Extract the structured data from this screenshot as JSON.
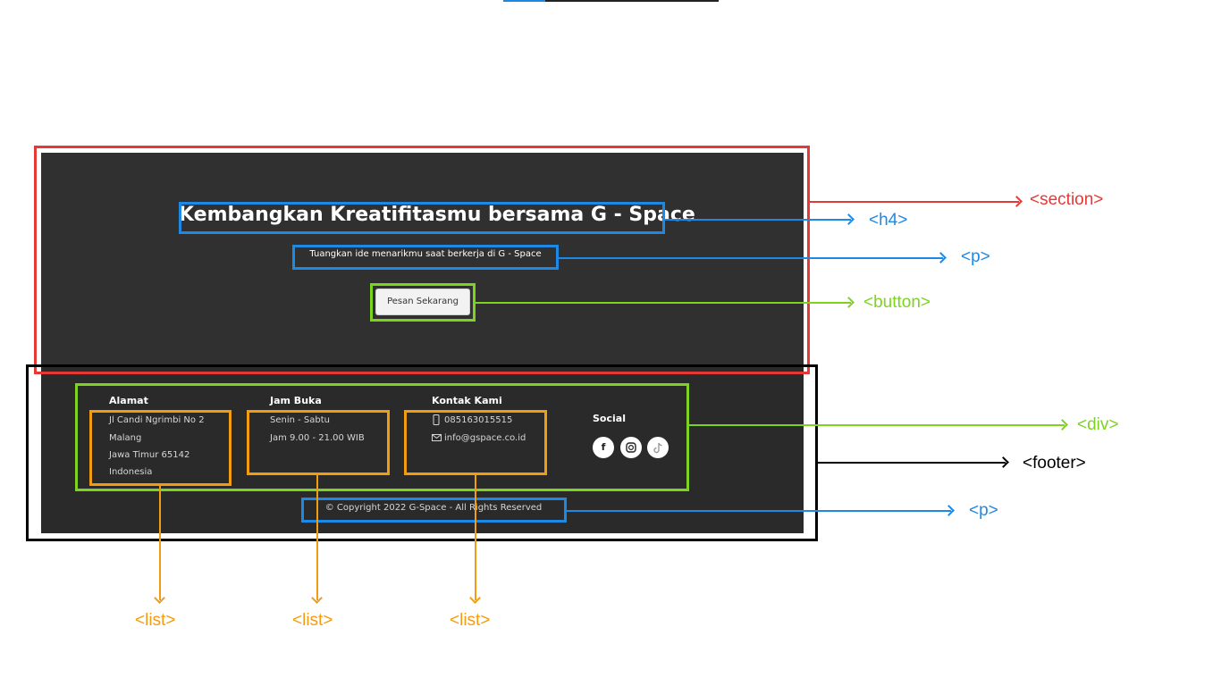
{
  "section": {
    "title": "Kembangkan Kreatifitasmu bersama G - Space",
    "subtitle": "Tuangkan ide menarikmu saat berkerja di G - Space",
    "button_label": "Pesan Sekarang"
  },
  "footer": {
    "columns": [
      {
        "heading": "Alamat",
        "items": [
          "Jl Candi Ngrimbi No 2",
          "Malang",
          "Jawa Timur 65142",
          "Indonesia"
        ]
      },
      {
        "heading": "Jam Buka",
        "items": [
          "Senin - Sabtu",
          "Jam 9.00 - 21.00 WIB"
        ]
      },
      {
        "heading": "Kontak Kami",
        "items": [
          "085163015515",
          "info@gspace.co.id"
        ]
      }
    ],
    "contact_icons": [
      "phone-icon",
      "mail-icon"
    ],
    "social_heading": "Social",
    "social_icons": [
      "facebook-icon",
      "instagram-icon",
      "tiktok-icon"
    ],
    "copyright": "© Copyright 2022 G-Space - All Rights Reserved"
  },
  "annotations": {
    "section": "<section>",
    "h4": "<h4>",
    "p_top": "<p>",
    "button": "<button>",
    "div": "<div>",
    "footer": "<footer>",
    "p_bottom": "<p>",
    "list_1": "<list>",
    "list_2": "<list>",
    "list_3": "<list>"
  },
  "colors": {
    "section_box": "#e53935",
    "heading_box": "#1e88e5",
    "button_box": "#7ed321",
    "list_box": "#f39c12",
    "footer_box": "#000000",
    "dark_background": "#303030"
  }
}
